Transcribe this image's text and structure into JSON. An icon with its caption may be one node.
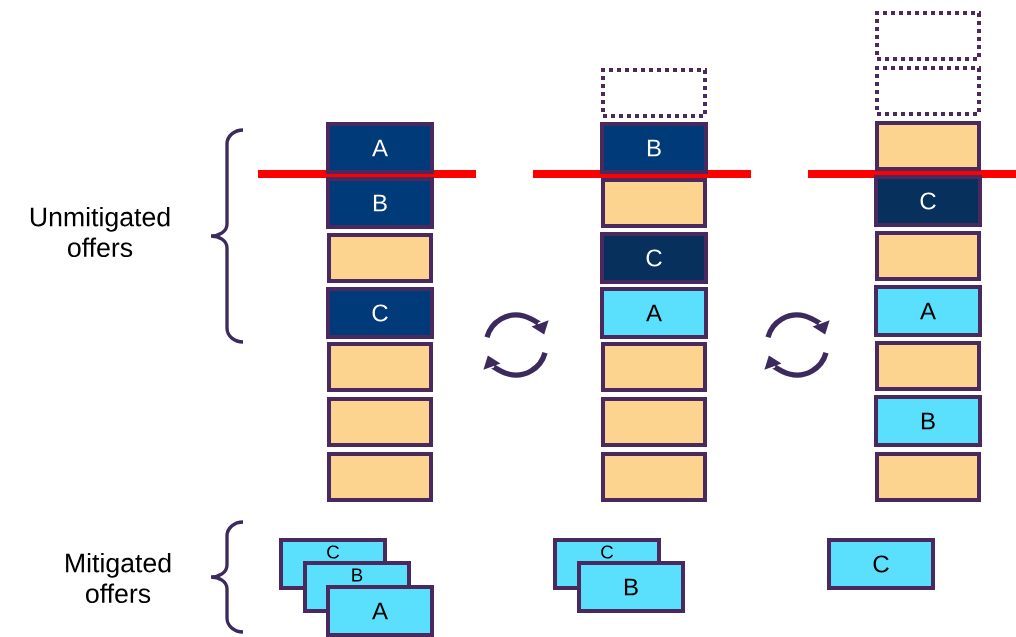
{
  "diagram": {
    "nodes": [
      {
        "text": [
          "A"
        ]
      },
      {
        "text": [
          "B"
        ]
      },
      {
        "text": [],
        "shape": "box"
      },
      {
        "text": [
          "C"
        ]
      },
      {
        "text": [],
        "shape": "box"
      },
      {
        "text": [],
        "shape": "box"
      },
      {
        "text": [],
        "shape": "box"
      },
      {
        "text": [],
        "shape": "box"
      },
      {
        "text": [
          "B"
        ]
      },
      {
        "text": [],
        "shape": "box"
      },
      {
        "text": [
          "C"
        ]
      },
      {
        "text": [
          "A"
        ]
      },
      {
        "text": [],
        "shape": "box"
      },
      {
        "text": [],
        "shape": "box"
      },
      {
        "text": [],
        "shape": "box"
      },
      {
        "text": [],
        "shape": "box"
      },
      {
        "text": [],
        "shape": "box"
      },
      {
        "text": [],
        "shape": "box"
      },
      {
        "text": [
          "C"
        ]
      },
      {
        "text": [],
        "shape": "box"
      },
      {
        "text": [
          "A"
        ]
      },
      {
        "text": [],
        "shape": "box"
      },
      {
        "text": [
          "B"
        ]
      },
      {
        "text": [],
        "shape": "box"
      },
      {
        "text": [
          "C"
        ]
      },
      {
        "text": [
          "B"
        ]
      },
      {
        "text": [
          "A"
        ]
      },
      {
        "text": [
          "C"
        ]
      },
      {
        "text": [
          "B"
        ]
      },
      {
        "text": [
          "C"
        ]
      }
    ],
    "labels": [
      "Unmitigated offers",
      "Mitigated offers"
    ]
  }
}
